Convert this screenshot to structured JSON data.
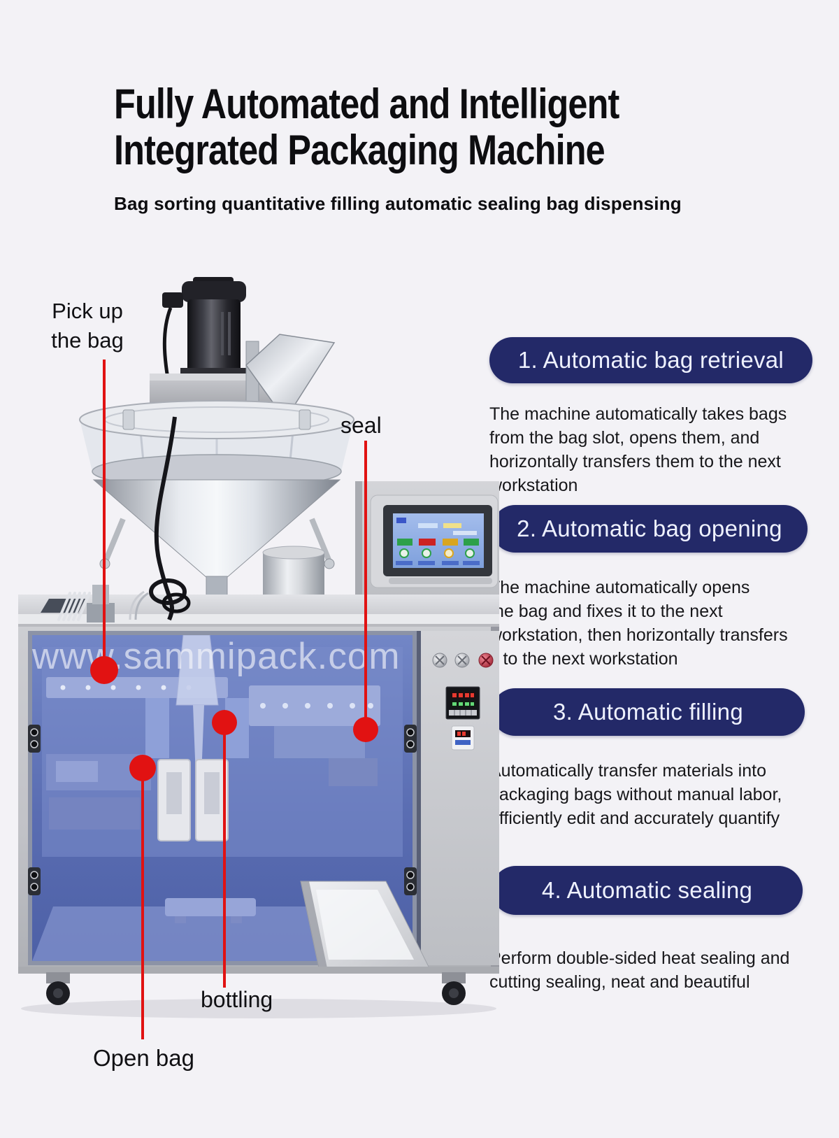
{
  "header": {
    "title": "Fully Automated and Intelligent\nIntegrated Packaging Machine",
    "subtitle": "Bag sorting quantitative filling automatic sealing bag dispensing"
  },
  "watermark": "www.sammipack.com",
  "machine_labels": {
    "pick_up": "Pick up\nthe bag",
    "seal": "seal",
    "bottling": "bottling",
    "open_bag": "Open bag"
  },
  "features": [
    {
      "title": "1. Automatic bag retrieval",
      "description": "The machine automatically takes bags\nfrom the bag slot, opens them, and\nhorizontally transfers them to the next\nworkstation"
    },
    {
      "title": "2. Automatic bag opening",
      "description": "The machine automatically opens\nthe bag and fixes it to the next\nworkstation, then horizontally transfers\nit to the next workstation"
    },
    {
      "title": "3. Automatic filling",
      "description": "Automatically transfer materials into\npackaging bags without manual labor,\nefficiently edit and accurately quantify"
    },
    {
      "title": "4. Automatic sealing",
      "description": "Perform double-sided heat sealing and\ncutting sealing, neat and beautiful"
    }
  ],
  "colors": {
    "accent_navy": "#232968",
    "annotation_red": "#e11212",
    "machine_window_blue": "#5f74b8",
    "background": "#f3f2f6"
  }
}
